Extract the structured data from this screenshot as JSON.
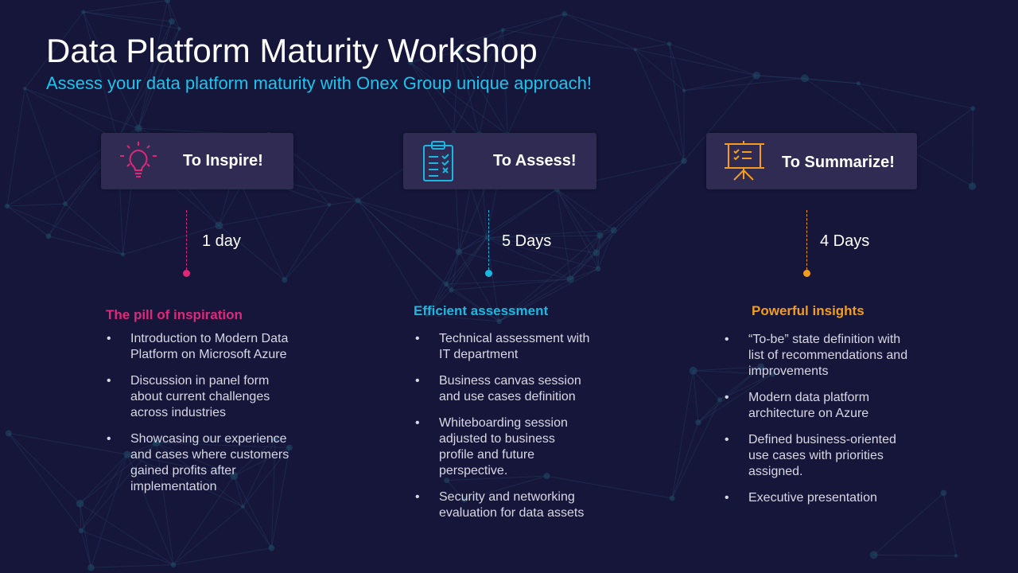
{
  "title": "Data Platform Maturity Workshop",
  "subtitle": "Assess your data platform maturity with Onex Group unique approach!",
  "colors": {
    "background": "#15163a",
    "card": "#2f2b52",
    "pink": "#e0287a",
    "cyan": "#1ab8e0",
    "orange": "#f39c1e"
  },
  "columns": [
    {
      "label": "To Inspire!",
      "icon": "lightbulb-icon",
      "duration": "1 day",
      "heading": "The pill of inspiration",
      "items": [
        "Introduction to Modern Data Platform on Microsoft Azure",
        "Discussion in panel form about current challenges across industries",
        "Showcasing our experience and cases where customers gained profits after implementation"
      ]
    },
    {
      "label": "To Assess!",
      "icon": "clipboard-checklist-icon",
      "duration": "5 Days",
      "heading": "Efficient assessment",
      "items": [
        "Technical assessment with IT department",
        "Business canvas session and use cases definition",
        "Whiteboarding session adjusted to business profile and future perspective.",
        "Security and networking evaluation for data assets"
      ]
    },
    {
      "label": "To Summarize!",
      "icon": "presentation-board-icon",
      "duration": "4 Days",
      "heading": "Powerful insights",
      "items": [
        "“To-be” state definition with list of recommendations and improvements",
        "Modern data platform architecture on Azure",
        "Defined business-oriented use cases with priorities assigned.",
        "Executive presentation"
      ]
    }
  ]
}
